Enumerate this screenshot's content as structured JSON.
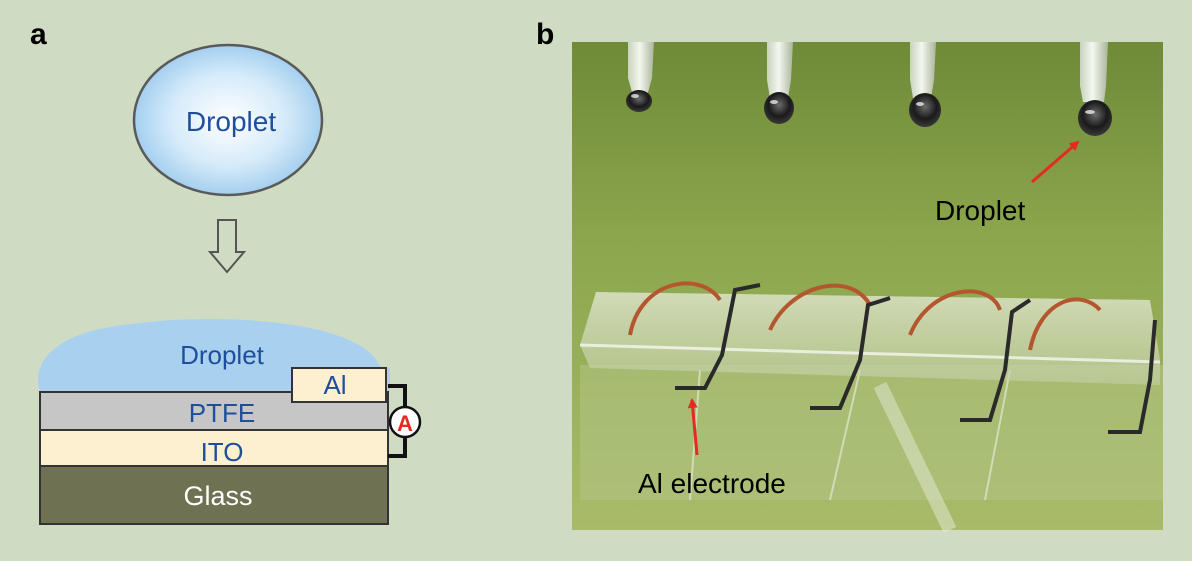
{
  "panel_a": {
    "label": "a",
    "droplet_top": "Droplet",
    "droplet_layer": "Droplet",
    "electrode": "Al",
    "ptfe": "PTFE",
    "ito": "ITO",
    "glass": "Glass",
    "ammeter": "A"
  },
  "panel_b": {
    "label": "b",
    "droplet_callout": "Droplet",
    "electrode_callout": "Al electrode"
  },
  "colors": {
    "background": "#cfdcc3",
    "droplet_fill": "#a9d0ee",
    "droplet_text": "#1f4f9c",
    "ptfe": "#c6c6c6",
    "ito": "#fcf0d0",
    "glass": "#6e7252",
    "arrow_red": "#e52a20",
    "photo_green": "#8aa54a"
  }
}
